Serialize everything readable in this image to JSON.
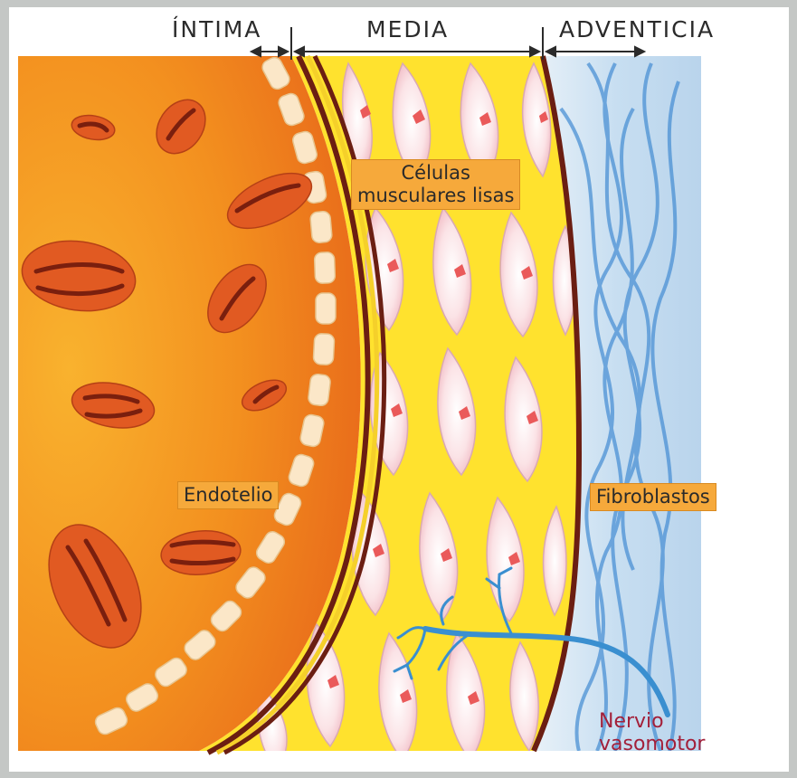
{
  "layers": {
    "intima": "ÍNTIMA",
    "media": "MEDIA",
    "adventicia": "ADVENTICIA"
  },
  "labels": {
    "smooth_muscle_line1": "Células",
    "smooth_muscle_line2": "musculares lisas",
    "endothelium": "Endotelio",
    "fibroblasts": "Fibroblastos",
    "nerve_line1": "Nervio",
    "nerve_line2": "vasomotor"
  },
  "colors": {
    "lumen": "#f07a1c",
    "red_cell": "#e15a22",
    "media_band": "#ffe22e",
    "elastic_lamina": "#6b1e12",
    "adventitia": "#cfe4f5",
    "nerve": "#3a8fd0",
    "label_bg": "#f6a93b",
    "nerve_text": "#a3203a"
  }
}
